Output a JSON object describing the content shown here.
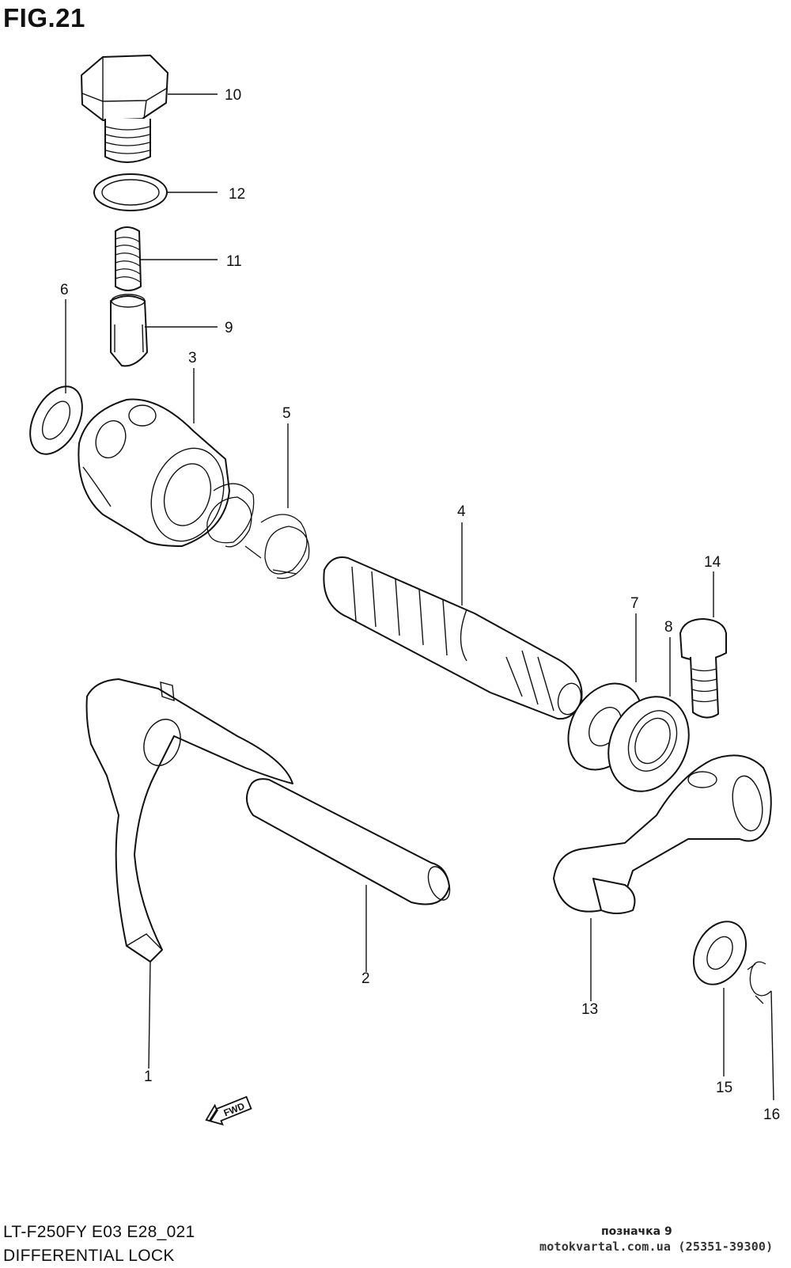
{
  "figure": {
    "title": "FIG.21"
  },
  "footer": {
    "model_code": "LT-F250FY E03 E28_021",
    "section_name": "DIFFERENTIAL LOCK"
  },
  "watermark": {
    "line1": "позначка 9",
    "line2": "motokvartal.com.ua (25351-39300)"
  },
  "fwd_arrow": {
    "label": "FWD"
  },
  "callouts": {
    "p1": "1",
    "p2": "2",
    "p3": "3",
    "p4": "4",
    "p5": "5",
    "p6": "6",
    "p7": "7",
    "p8": "8",
    "p9": "9",
    "p10": "10",
    "p11": "11",
    "p12": "12",
    "p13": "13",
    "p14": "14",
    "p15": "15",
    "p16": "16"
  }
}
